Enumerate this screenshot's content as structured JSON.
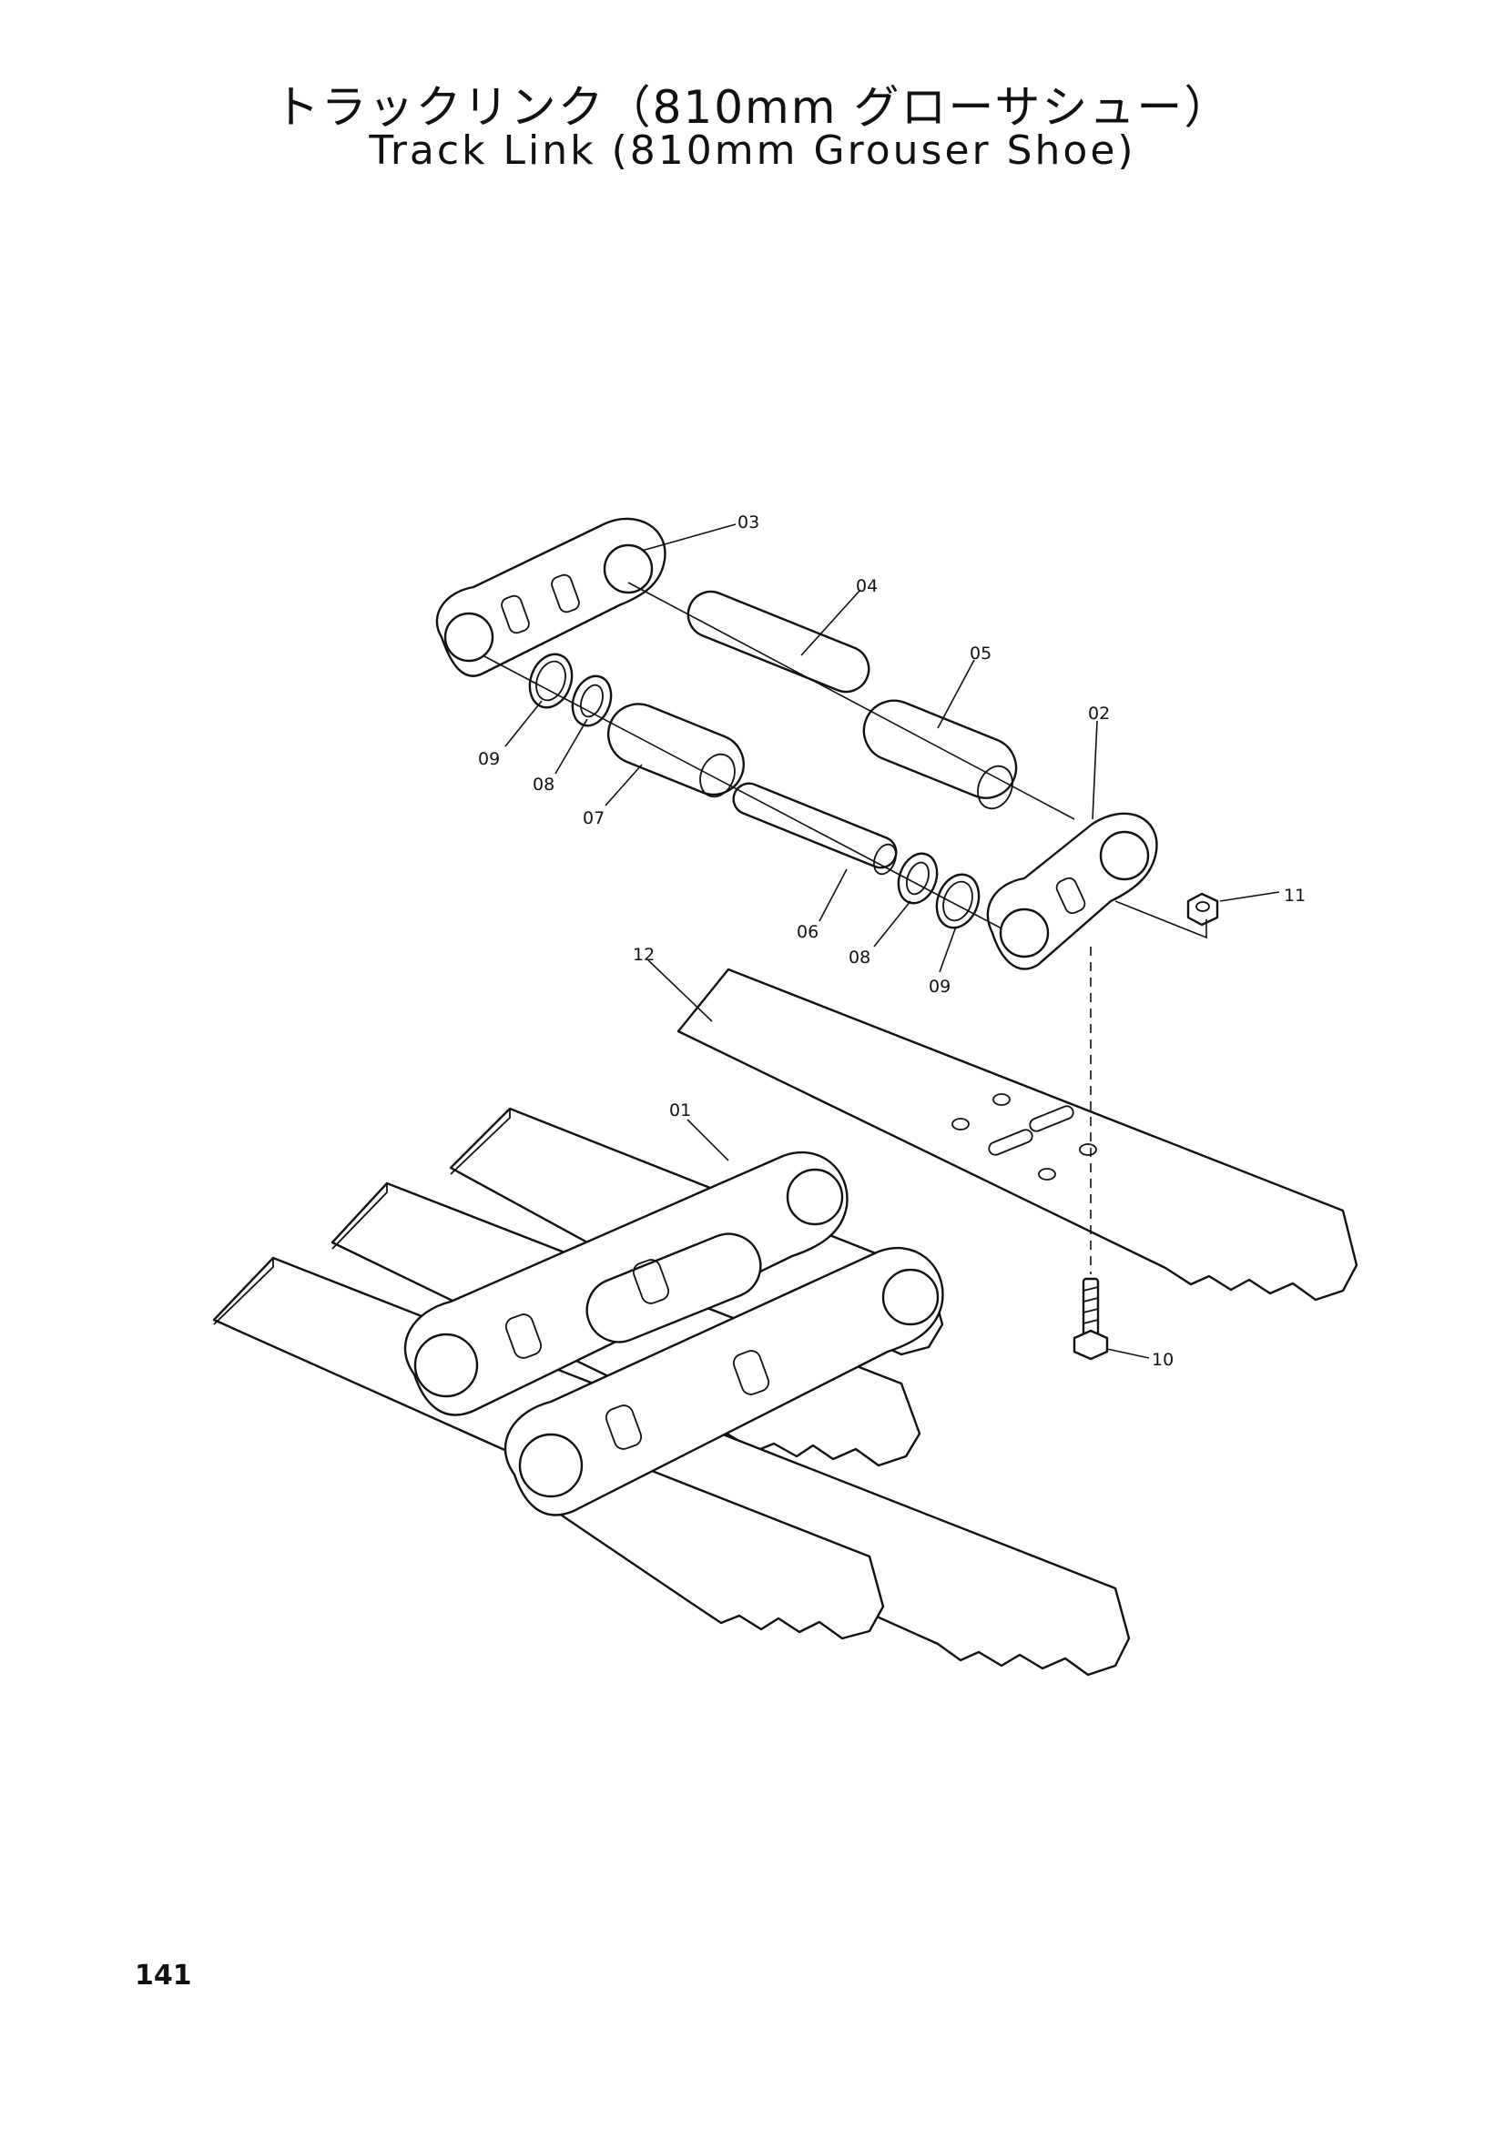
{
  "title_ja": "トラックリンク（810mm グローサシュー）",
  "title_en": "Track Link (810mm Grouser Shoe)",
  "page_number": "141",
  "callouts": {
    "c01": "01",
    "c02": "02",
    "c03": "03",
    "c04": "04",
    "c05": "05",
    "c06": "06",
    "c07": "07",
    "c08a": "08",
    "c08b": "08",
    "c09a": "09",
    "c09b": "09",
    "c10": "10",
    "c11": "11",
    "c12": "12"
  }
}
